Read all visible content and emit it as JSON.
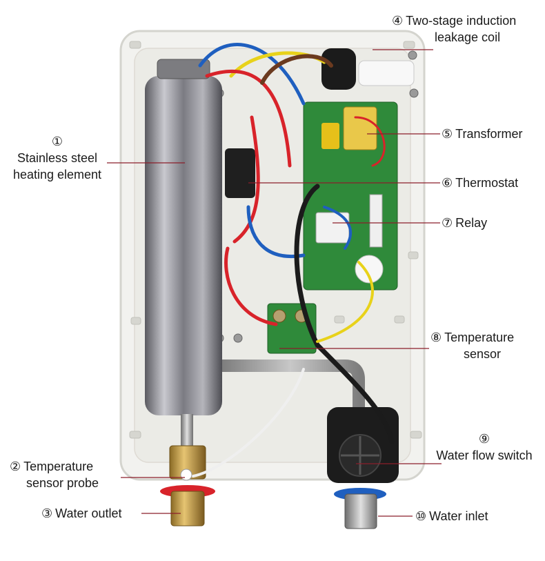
{
  "colors": {
    "background": "#ffffff",
    "housing": "#f2f2ef",
    "housing_edge": "#d9d9d4",
    "leader_line": "#8b1e2a",
    "pcb_green": "#2f8a3a",
    "steel": "#8f8f95",
    "wire_red": "#d8232a",
    "wire_blue": "#1f5fbf",
    "wire_black": "#1b1b1b",
    "wire_yellow": "#e8d21a",
    "brass": "#c9a24a"
  },
  "labels": [
    {
      "id": "1",
      "num": "①",
      "lines": [
        "Stainless steel",
        "heating element"
      ]
    },
    {
      "id": "2",
      "num": "②",
      "lines": [
        "Temperature",
        "sensor probe"
      ]
    },
    {
      "id": "3",
      "num": "③",
      "lines": [
        "Water outlet"
      ]
    },
    {
      "id": "4",
      "num": "④",
      "lines": [
        "Two-stage induction",
        "leakage coil"
      ]
    },
    {
      "id": "5",
      "num": "⑤",
      "lines": [
        "Transformer"
      ]
    },
    {
      "id": "6",
      "num": "⑥",
      "lines": [
        "Thermostat"
      ]
    },
    {
      "id": "7",
      "num": "⑦",
      "lines": [
        "Relay"
      ]
    },
    {
      "id": "8",
      "num": "⑧",
      "lines": [
        "Temperature",
        "sensor"
      ]
    },
    {
      "id": "9",
      "num": "⑨",
      "lines": [
        "Water flow switch"
      ]
    },
    {
      "id": "10",
      "num": "⑩",
      "lines": [
        "Water inlet"
      ]
    }
  ]
}
